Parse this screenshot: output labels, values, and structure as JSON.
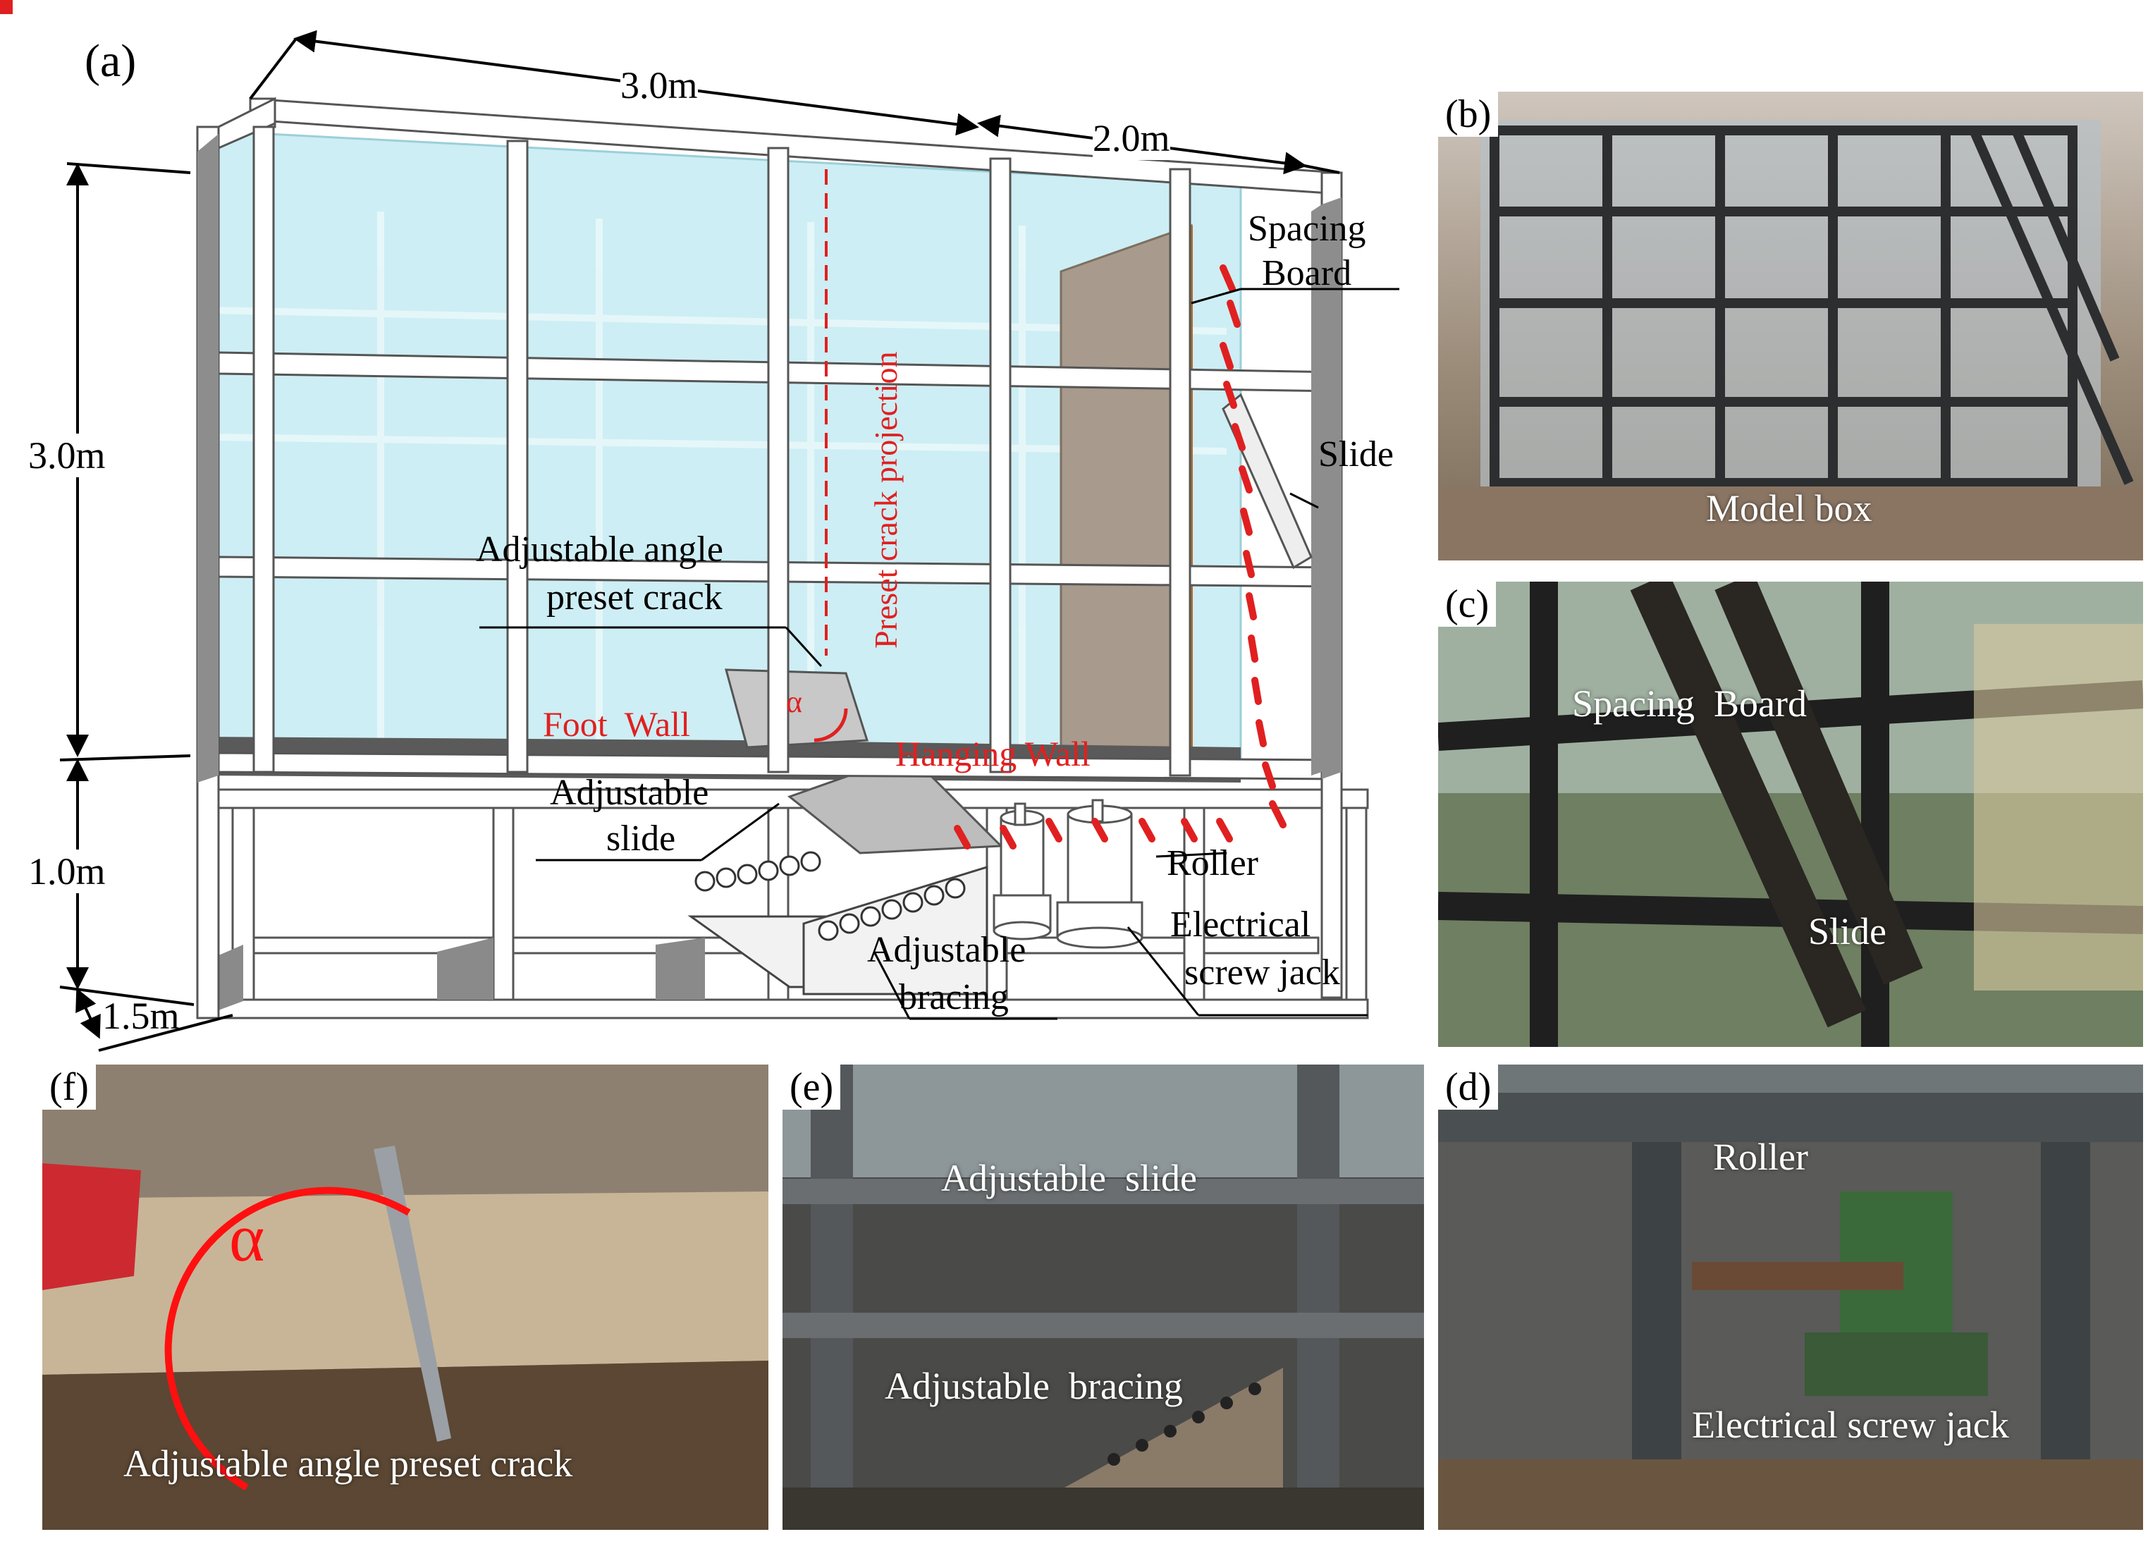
{
  "panel_a": {
    "label": "(a)",
    "dim_width": "3.0m",
    "dim_depth": "2.0m",
    "dim_height_upper": "3.0m",
    "dim_height_lower": "1.0m",
    "dim_base": "1.5m",
    "annotations": {
      "spacing_board_1": "Spacing",
      "spacing_board_2": "Board",
      "slide": "Slide",
      "preset_crack_projection": "Preset crack projection",
      "adjustable_angle_1": "Adjustable angle",
      "adjustable_angle_2": "preset crack",
      "alpha": "α",
      "foot_wall": "Foot  Wall",
      "hanging_wall": "Hanging Wall",
      "adjustable_slide_1": "Adjustable",
      "adjustable_slide_2": "slide",
      "roller": "Roller",
      "electrical_1": "Electrical",
      "electrical_2": "screw jack",
      "adjustable_bracing_1": "Adjustable",
      "adjustable_bracing_2": "bracing"
    }
  },
  "panel_b": {
    "label": "(b)",
    "caption": "Model box"
  },
  "panel_c": {
    "label": "(c)",
    "caption_top": "Spacing  Board",
    "caption_bottom": "Slide"
  },
  "panel_d": {
    "label": "(d)",
    "caption_top": "Roller",
    "caption_bottom": "Electrical screw jack"
  },
  "panel_e": {
    "label": "(e)",
    "caption_top": "Adjustable  slide",
    "caption_bottom": "Adjustable  bracing"
  },
  "panel_f": {
    "label": "(f)",
    "alpha": "α",
    "caption": "Adjustable angle preset crack"
  },
  "colors": {
    "glass": "#c9ecf3",
    "frame": "#ffffff",
    "frame_shadow": "#9a9a9a",
    "accent_red": "#e02020",
    "spacing_board": "#a99a8a",
    "soil": "#555555"
  }
}
